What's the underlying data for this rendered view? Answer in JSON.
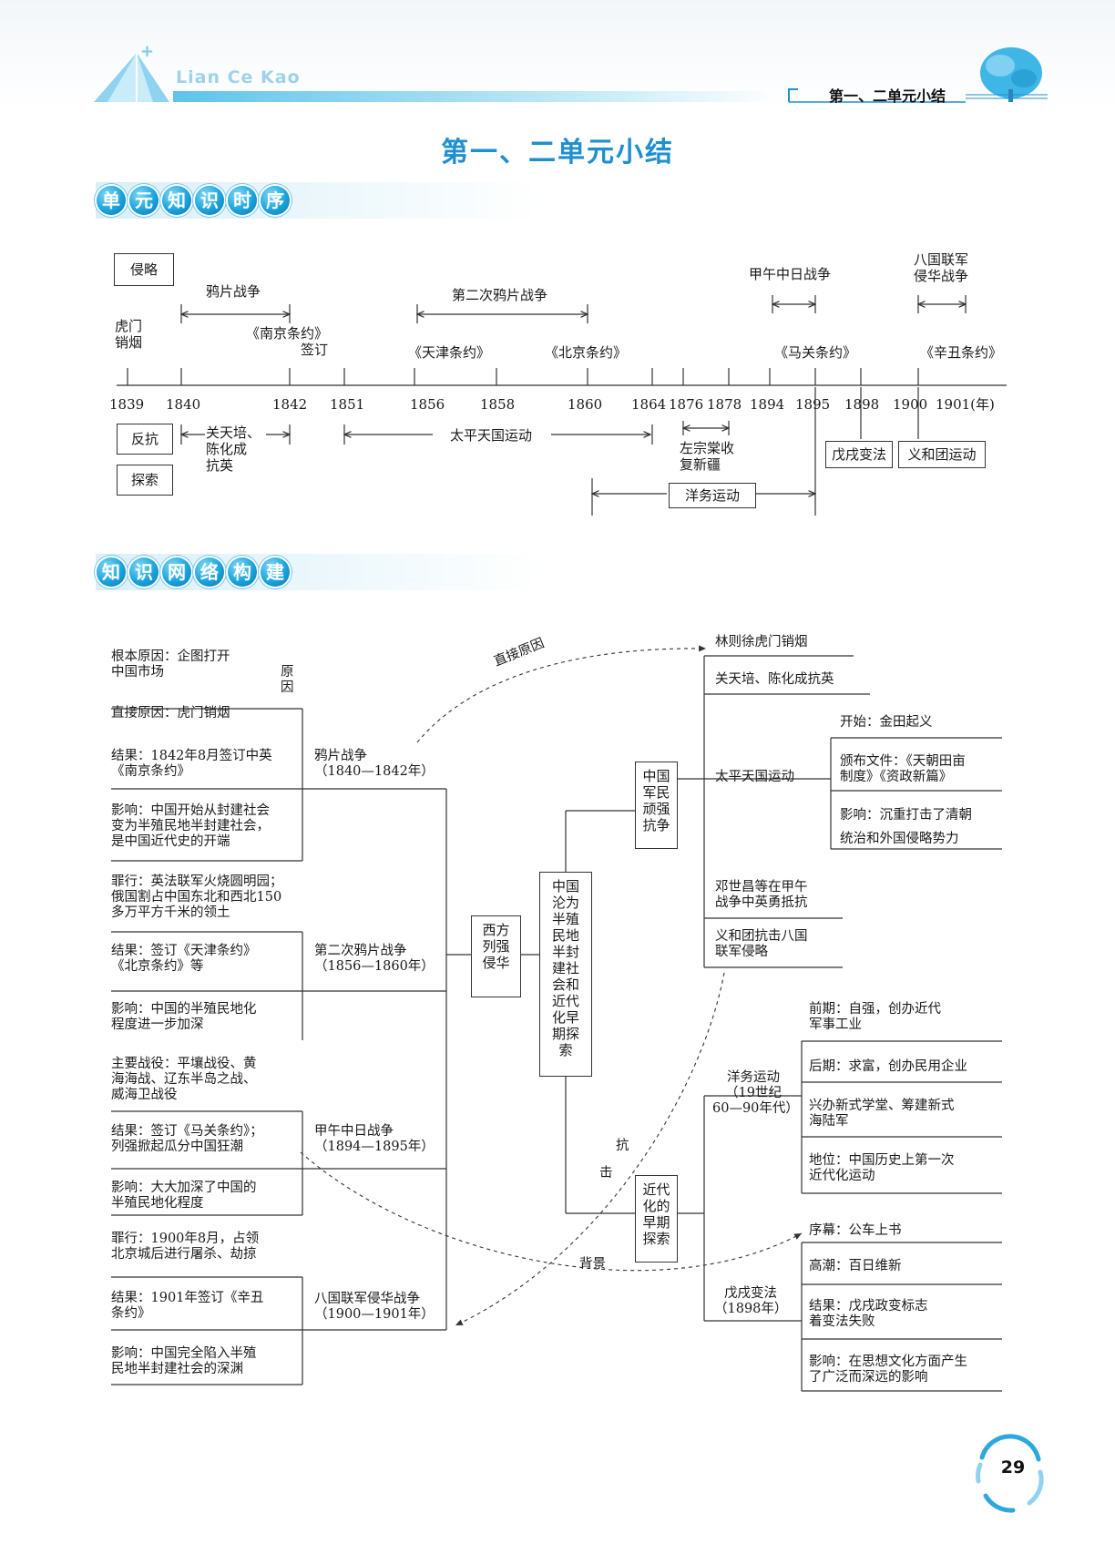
{
  "header": {
    "brand": "Lian Ce Kao",
    "unit_tab": "第一、二单元小结"
  },
  "title": "第一、二单元小结",
  "sections": {
    "timeline": [
      "单",
      "元",
      "知",
      "识",
      "时",
      "序"
    ],
    "network": [
      "知",
      "识",
      "网",
      "络",
      "构",
      "建"
    ]
  },
  "timeline": {
    "years": [
      "1839",
      "1840",
      "1842",
      "1851",
      "1856",
      "1858",
      "1860",
      "1864",
      "1876",
      "1878",
      "1894",
      "1895",
      "1898",
      "1900",
      "1901(年)"
    ],
    "cat_invasion": "侵略",
    "cat_resist": "反抗",
    "cat_explore": "探索",
    "humen": [
      "虎门",
      "销烟"
    ],
    "opium_war": "鸦片战争",
    "nanjing_treaty": [
      "《南京条约》",
      "签订"
    ],
    "second_opium_war": "第二次鸦片战争",
    "tianjin_treaty": "《天津条约》",
    "beijing_treaty": "《北京条约》",
    "sino_japanese_war": "甲午中日战争",
    "maguan_treaty": "《马关条约》",
    "eight_nation": [
      "八国联军",
      "侵华战争"
    ],
    "xinchou_treaty": "《辛丑条约》",
    "guan_chen": [
      "关天培、",
      "陈化成",
      "抗英"
    ],
    "taiping": "太平天国运动",
    "zuo_zongtang": [
      "左宗棠收",
      "复新疆"
    ],
    "westernization": "洋务运动",
    "reform_1898": "戊戌变法",
    "boxer": "义和团运动"
  },
  "network": {
    "left": {
      "cause_label": [
        "原",
        "因"
      ],
      "root_cause": [
        "根本原因：企图打开",
        "中国市场"
      ],
      "direct_cause": "直接原因：虎门销烟",
      "ow_result": [
        "结果：1842年8月签订中英",
        "《南京条约》"
      ],
      "ow_impact": [
        "影响：中国开始从封建社会",
        "变为半殖民地半封建社会，",
        "是中国近代史的开端"
      ],
      "sow_crime": [
        "罪行：英法联军火烧圆明园；",
        "俄国割占中国东北和西北150",
        "多万平方千米的领土"
      ],
      "sow_result": [
        "结果：签订《天津条约》",
        "《北京条约》等"
      ],
      "sow_impact": [
        "影响：中国的半殖民地化",
        "程度进一步加深"
      ],
      "sj_battles": [
        "主要战役：平壤战役、黄",
        "海海战、辽东半岛之战、",
        "威海卫战役"
      ],
      "sj_result": [
        "结果：签订《马关条约》；",
        "列强掀起瓜分中国狂潮"
      ],
      "sj_impact": [
        "影响：大大加深了中国的",
        "半殖民地化程度"
      ],
      "en_crime": [
        "罪行：1900年8月，占领",
        "北京城后进行屠杀、劫掠"
      ],
      "en_result": [
        "结果：1901年签订《辛丑",
        "条约》"
      ],
      "en_impact": [
        "影响：中国完全陷入半殖",
        "民地半封建社会的深渊"
      ]
    },
    "wars": {
      "opium": [
        "鸦片战争",
        "（1840—1842年）"
      ],
      "second_opium": [
        "第二次鸦片战争",
        "（1856—1860年）"
      ],
      "sino_japanese": [
        "甲午中日战争",
        "（1894—1895年）"
      ],
      "eight_nation": [
        "八国联军侵华战争",
        "（1900—1901年）"
      ]
    },
    "invasion_box": [
      "西方",
      "列强",
      "侵华"
    ],
    "center_box": [
      "中国",
      "沦为",
      "半殖",
      "民地",
      "半封",
      "建社",
      "会和",
      "近代",
      "化早",
      "期探",
      "索"
    ],
    "resist_box": [
      "中国",
      "军民",
      "顽强",
      "抗争"
    ],
    "explore_box": [
      "近代",
      "化的",
      "早期",
      "探索"
    ],
    "resist_items": {
      "lin": "林则徐虎门销烟",
      "guan": "关天培、陈化成抗英",
      "taiping": "太平天国运动",
      "deng": [
        "邓世昌等在甲午",
        "战争中英勇抵抗"
      ],
      "boxer": [
        "义和团抗击八国",
        "联军侵略"
      ]
    },
    "taiping_sub": {
      "start": "开始：金田起义",
      "docs": [
        "颁布文件：《天朝田亩",
        "制度》《资政新篇》"
      ],
      "impact": [
        "影响：沉重打击了清朝",
        "统治和外国侵略势力"
      ]
    },
    "westernization": [
      "洋务运动",
      "（19世纪",
      "60—90年代）"
    ],
    "west_sub": {
      "early": [
        "前期：自强，创办近代",
        "军事工业"
      ],
      "late": "后期：求富，创办民用企业",
      "school": [
        "兴办新式学堂、筹建新式",
        "海陆军"
      ],
      "status": [
        "地位：中国历史上第一次",
        "近代化运动"
      ]
    },
    "reform": [
      "戊戌变法",
      "（1898年）"
    ],
    "reform_sub": {
      "prelude": "序幕：公车上书",
      "climax": "高潮：百日维新",
      "result": [
        "结果：戊戌政变标志",
        "着变法失败"
      ],
      "impact": [
        "影响：在思想文化方面产生",
        "了广泛而深远的影响"
      ]
    },
    "arrows": {
      "direct_cause": "直接原因",
      "fight_1": "抗",
      "fight_2": "击",
      "background": "背景"
    }
  },
  "page_number": "29",
  "colors": {
    "accent": "#1f8fd0",
    "brand": "#9fd2ea"
  }
}
